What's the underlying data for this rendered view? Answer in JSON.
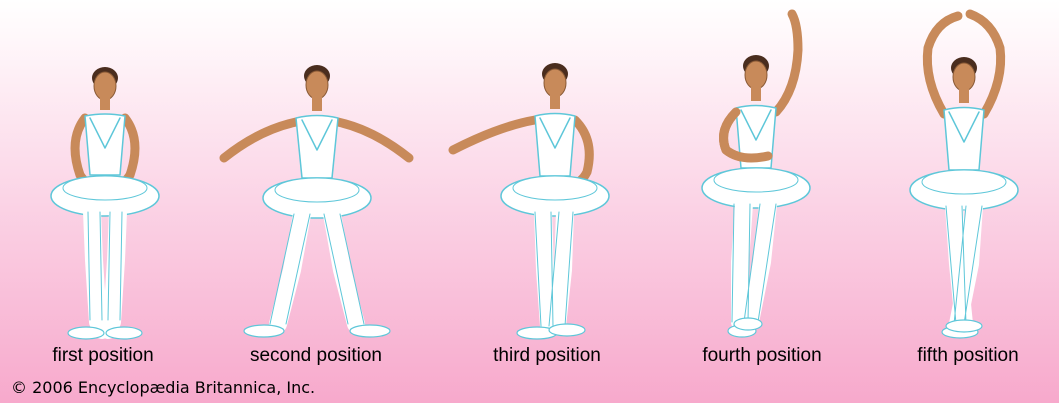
{
  "positions": [
    {
      "label": "first position"
    },
    {
      "label": "second position"
    },
    {
      "label": "third position"
    },
    {
      "label": "fourth position"
    },
    {
      "label": "fifth position"
    }
  ],
  "copyright": "© 2006 Encyclopædia Britannica, Inc.",
  "colors": {
    "skin": "#c88a5a",
    "skin_outline": "#8a5a36",
    "hair": "#4a2d1e",
    "costume": "#ffffff",
    "costume_outline": "#5ec7d9",
    "background_top": "#ffffff",
    "background_bottom": "#f7a9cc"
  }
}
